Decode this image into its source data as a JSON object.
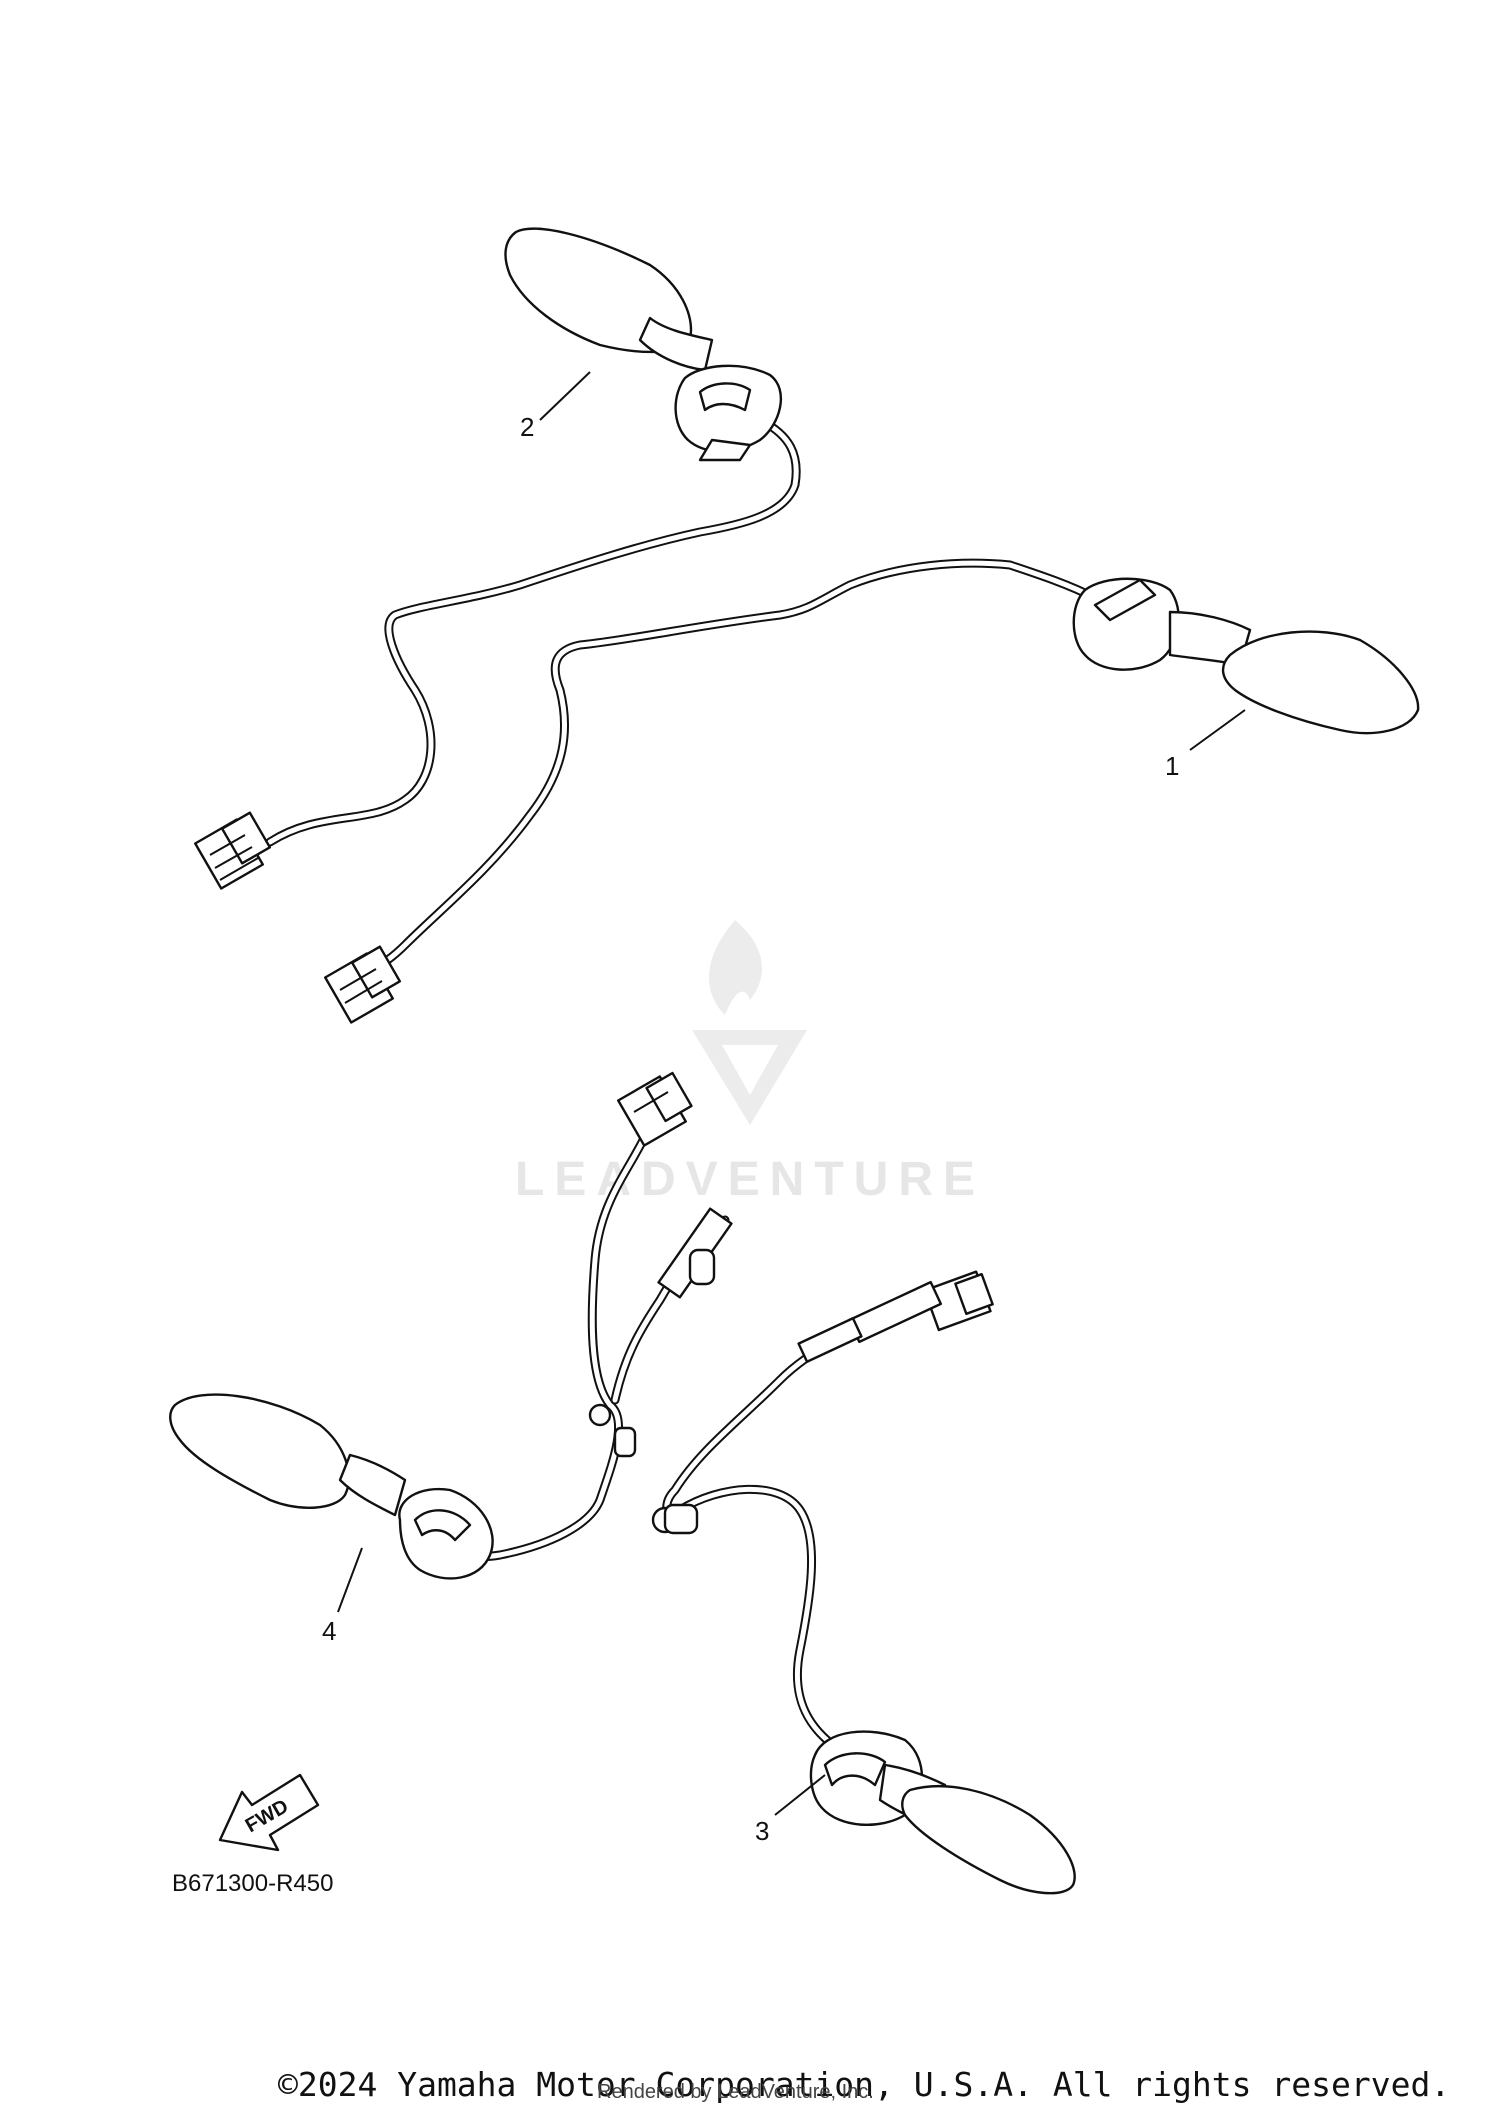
{
  "callouts": [
    {
      "id": "1",
      "label": "1"
    },
    {
      "id": "2",
      "label": "2"
    },
    {
      "id": "3",
      "label": "3"
    },
    {
      "id": "4",
      "label": "4"
    }
  ],
  "fwd_label": "FWD",
  "reference": "B671300-R450",
  "watermark": "LEADVENTURE",
  "copyright": "©2024 Yamaha Motor Corporation, U.S.A. All rights reserved.",
  "rendered_by": "Rendered by LeadVenture, Inc.",
  "colors": {
    "line": "#111111",
    "watermark": "#e6e6e6"
  }
}
